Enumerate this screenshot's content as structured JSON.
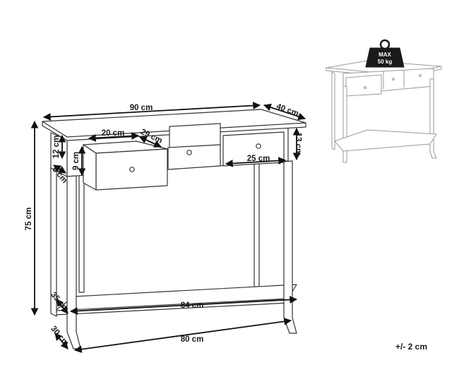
{
  "dimensions": {
    "width": "90 cm",
    "depth": "40 cm",
    "height": "75 cm",
    "drawer_width": "20 cm",
    "drawer_depth": "29 cm",
    "drawer_height": "9 cm",
    "apron_height": "12 cm",
    "leg_offset": "6 cm",
    "side_drawer_width": "25 cm",
    "side_drawer_height": "13 cm",
    "shelf_depth": "35 cm",
    "inner_length": "84 cm",
    "base_depth": "30 cm",
    "base_length": "80 cm"
  },
  "load_badge": {
    "line1": "MAX",
    "line2": "50 kg"
  },
  "tolerance": "+/- 2 cm"
}
